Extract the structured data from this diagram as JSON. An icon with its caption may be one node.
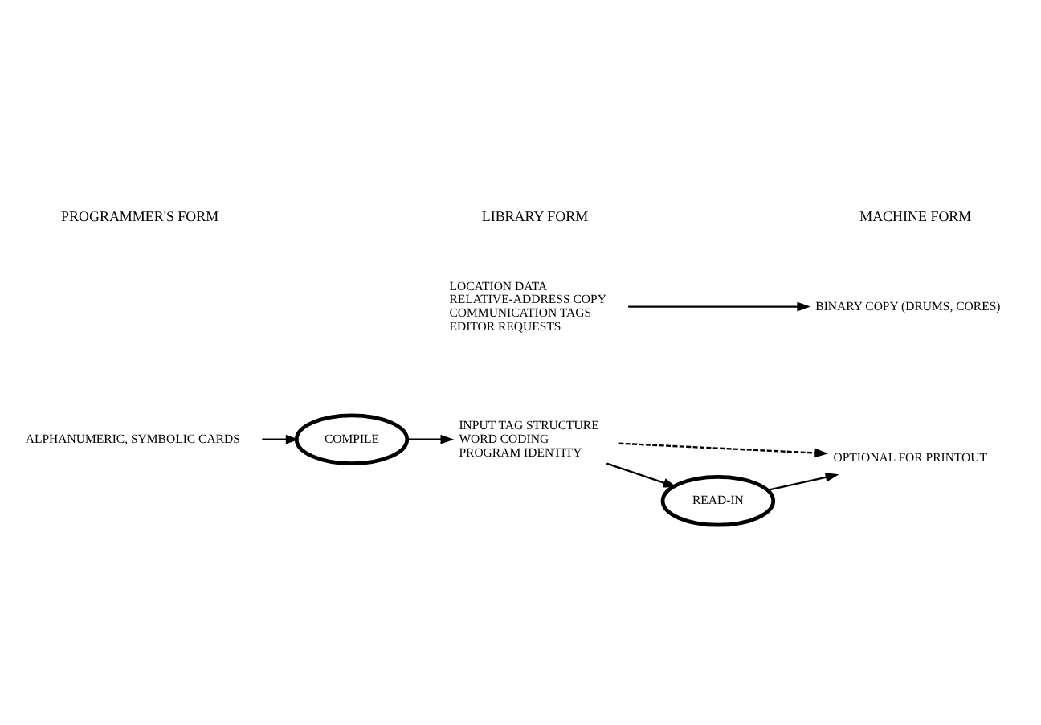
{
  "diagram": {
    "nodes": [
      {
        "text": [
          "ALPHANUMERIC, SYMBOLIC CARDS"
        ]
      },
      {
        "text": [
          "LOCATION DATA",
          "RELATIVE-ADDRESS COPY",
          "COMMUNICATION TAGS",
          "EDITOR REQUESTS"
        ]
      },
      {
        "text": [
          "INPUT TAG STRUCTURE",
          "WORD CODING",
          "PROGRAM IDENTITY"
        ]
      },
      {
        "text": [
          "BINARY COPY (DRUMS, CORES)"
        ]
      },
      {
        "text": [
          "OPTIONAL FOR PRINTOUT"
        ]
      },
      {
        "text": [
          "COMPILE"
        ]
      },
      {
        "text": [
          "READ-IN"
        ]
      }
    ],
    "edges": [
      {
        "from": 0,
        "to": 5,
        "arrow": "to"
      },
      {
        "from": 5,
        "to": 2,
        "arrow": "to"
      },
      {
        "from": 2,
        "to": 6,
        "arrow": "to"
      },
      {
        "from": 6,
        "to": 4,
        "arrow": "to"
      },
      {
        "from": 1,
        "to": 3,
        "arrow": "to"
      },
      {
        "from": 2,
        "to": 4,
        "arrow": "to",
        "style": "dashed"
      }
    ],
    "labels": [
      "PROGRAMMER'S FORM",
      "LIBRARY FORM",
      "MACHINE FORM"
    ]
  }
}
